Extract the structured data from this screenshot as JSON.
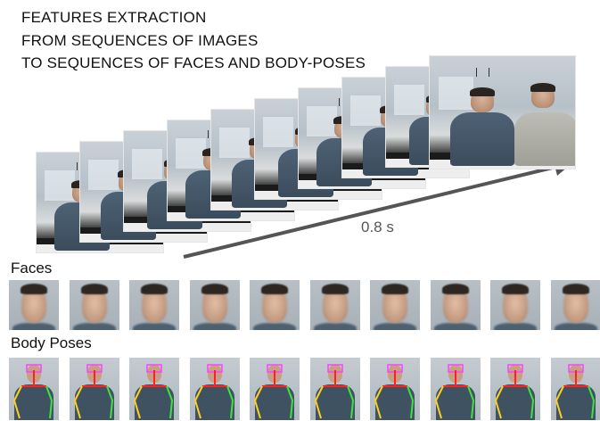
{
  "title_lines": [
    "FEATURES EXTRACTION",
    "FROM SEQUENCES OF IMAGES",
    "TO SEQUENCES OF FACES AND BODY-POSES"
  ],
  "time_label": "0.8 s",
  "faces_label": "Faces",
  "body_poses_label": "Body Poses",
  "frame_count": 10,
  "face_count": 10,
  "pose_count": 10,
  "arrow_color": "#555555",
  "pose_colors": {
    "spine": "#ff2020",
    "left_arm": "#ffd020",
    "right_arm": "#40e040",
    "head": "#ff40ff"
  }
}
